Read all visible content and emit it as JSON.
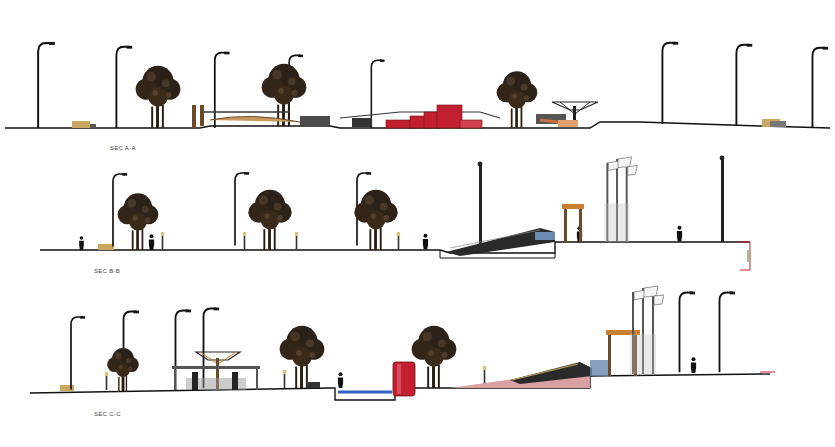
{
  "diagram": {
    "labels": [
      "SEC A-A",
      "SEC B-B",
      "SEC C-C"
    ]
  }
}
